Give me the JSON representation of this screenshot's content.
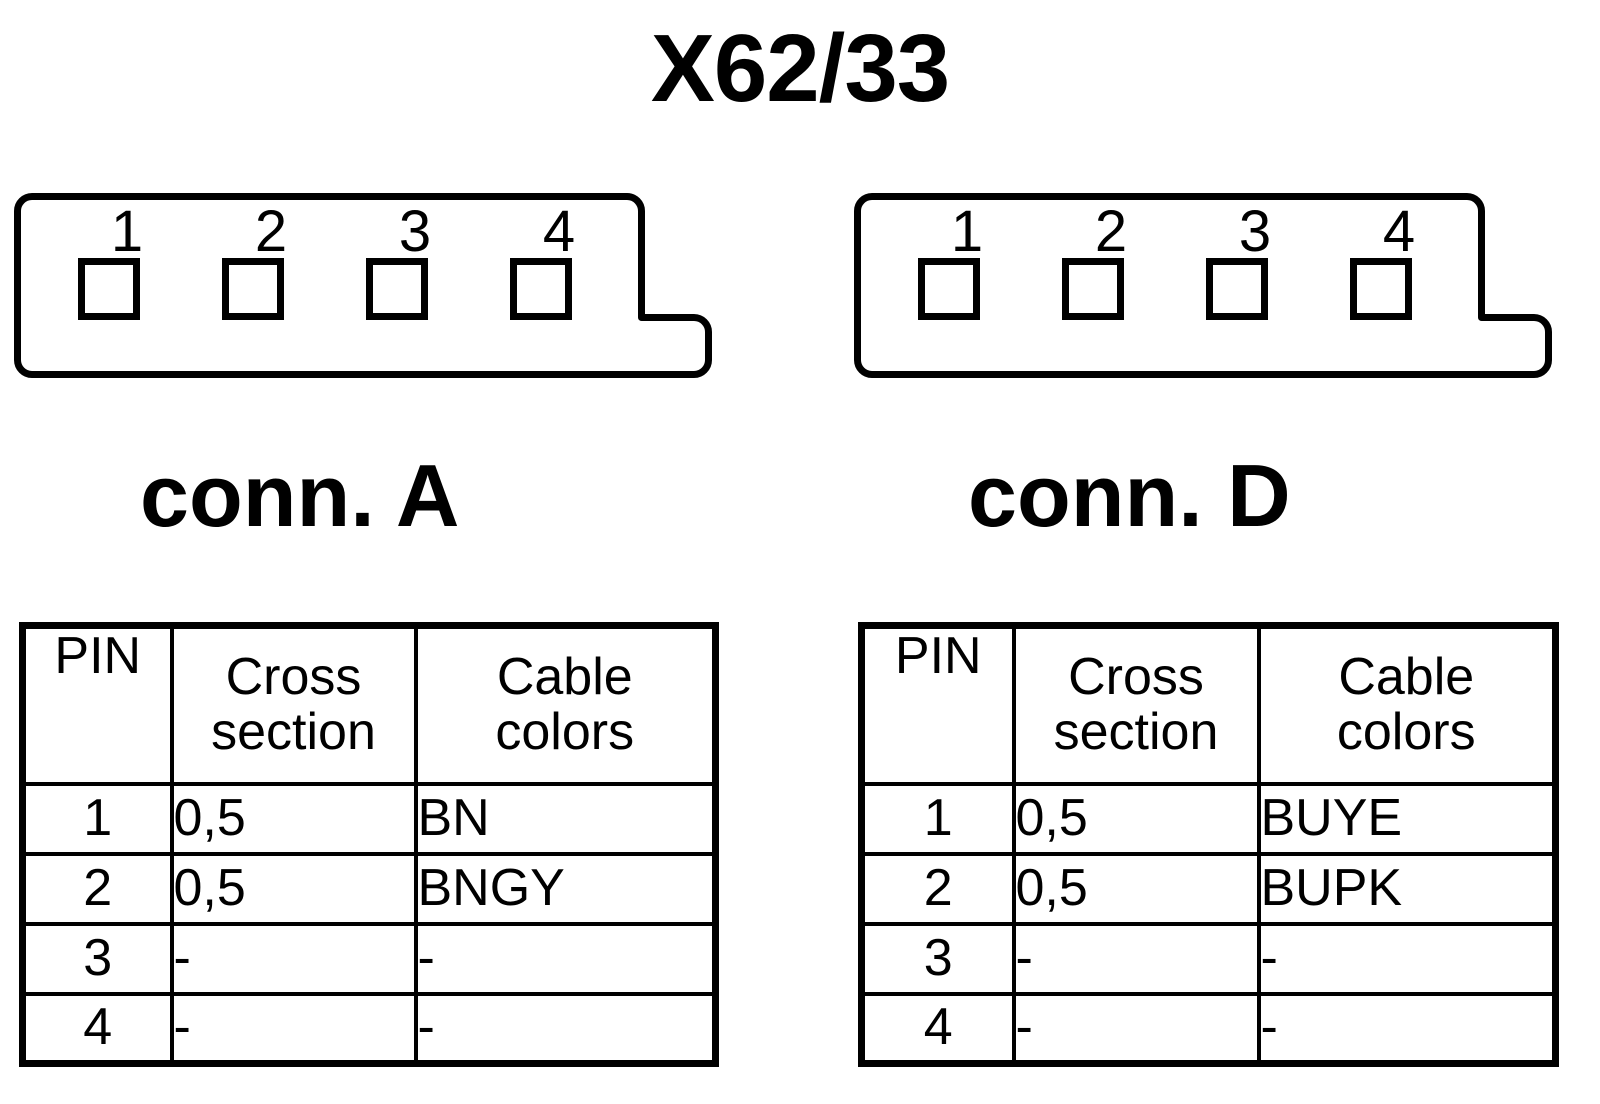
{
  "title": "X62/33",
  "connectors": [
    {
      "id": "A",
      "label": "conn. A",
      "pins": [
        "1",
        "2",
        "3",
        "4"
      ],
      "table": {
        "headers": [
          "PIN",
          "Cross\nsection",
          "Cable\ncolors"
        ],
        "rows": [
          [
            "1",
            "0,5",
            "BN"
          ],
          [
            "2",
            "0,5",
            "BNGY"
          ],
          [
            "3",
            "-",
            "-"
          ],
          [
            "4",
            "-",
            "-"
          ]
        ]
      }
    },
    {
      "id": "D",
      "label": "conn. D",
      "pins": [
        "1",
        "2",
        "3",
        "4"
      ],
      "table": {
        "headers": [
          "PIN",
          "Cross\nsection",
          "Cable\ncolors"
        ],
        "rows": [
          [
            "1",
            "0,5",
            "BUYE"
          ],
          [
            "2",
            "0,5",
            "BUPK"
          ],
          [
            "3",
            "-",
            "-"
          ],
          [
            "4",
            "-",
            "-"
          ]
        ]
      }
    }
  ],
  "colors": {
    "ink": "#000000",
    "background": "#ffffff"
  }
}
